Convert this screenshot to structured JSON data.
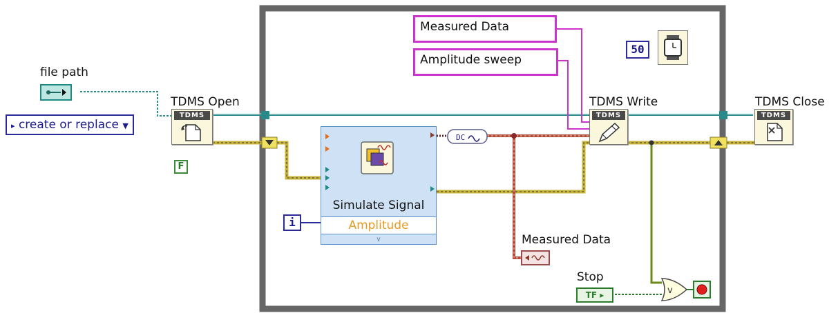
{
  "labels": {
    "file_path": "file path",
    "tdms_open": "TDMS Open",
    "tdms_write": "TDMS Write",
    "tdms_close": "TDMS Close",
    "simulate_signal": "Simulate Signal",
    "amplitude": "Amplitude",
    "measured_data_indicator": "Measured Data",
    "stop": "Stop"
  },
  "constants": {
    "operation": "create or replace",
    "measured_data_string": "Measured Data",
    "amplitude_sweep_string": "Amplitude sweep",
    "wait_ms": "50",
    "false_const": "F",
    "iteration": "i",
    "stop_control": "TF",
    "tdms_header": "TDMS"
  },
  "colors": {
    "refnum_wire": "#2a8a8a",
    "error_wire": "#c8b43a",
    "dynamic_wire": "#8a3a2a",
    "string_wire": "#cc33cc",
    "boolean_wire": "#2c7a2c",
    "loop_frame": "#666666"
  }
}
